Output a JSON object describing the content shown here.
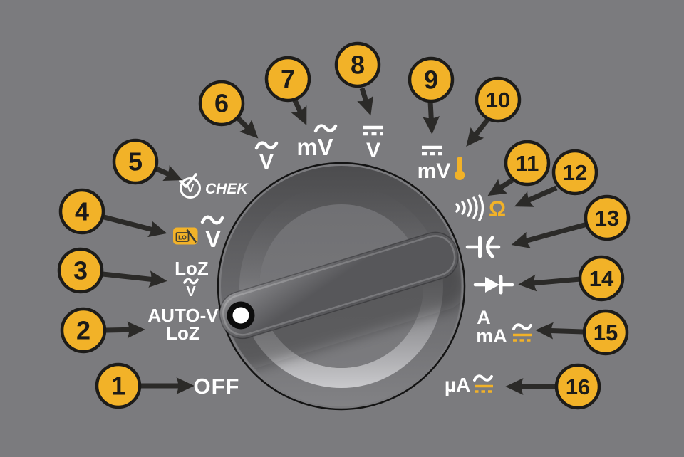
{
  "background": "#7b7b7e",
  "colors": {
    "callout_yellow": "#f2b228",
    "callout_border": "#1d1c1a",
    "arrow_dark": "#2b2a28",
    "label_white": "#ffffff",
    "knob_rim_dark": "#4e4e50",
    "knob_rim_light": "#7f7f82",
    "knob_highlight": "#c7c7c9",
    "knob_face": "#747477"
  },
  "callouts": [
    {
      "number": "1"
    },
    {
      "number": "2"
    },
    {
      "number": "3"
    },
    {
      "number": "4"
    },
    {
      "number": "5"
    },
    {
      "number": "6"
    },
    {
      "number": "7"
    },
    {
      "number": "8"
    },
    {
      "number": "9"
    },
    {
      "number": "10"
    },
    {
      "number": "11"
    },
    {
      "number": "12"
    },
    {
      "number": "13"
    },
    {
      "number": "14"
    },
    {
      "number": "15"
    },
    {
      "number": "16"
    }
  ],
  "labels": {
    "off": "OFF",
    "auto_v_line1": "AUTO-V",
    "auto_v_line2": "LoZ",
    "loz": "LoZ",
    "loz_sub_v": "V",
    "lo_badge": "LO",
    "lo_filter_v": "V",
    "v_chek_v": "V",
    "v_chek": "CHEK",
    "ac_v": "V",
    "ac_mv": "mV",
    "dc_v": "V",
    "dc_mv": "mV",
    "ohm": "Ω",
    "a": "A",
    "ma": "mA",
    "ua": "µA"
  },
  "icons": {
    "ac_tilde": "~",
    "dc_bars": "solid-over-dashed",
    "ac_dc_combo": "tilde over solid and dashed lines",
    "thermometer": "thermometer",
    "continuity_waves": "))))",
    "capacitor": "-|(-",
    "diode": "->|-",
    "low_pass_filter_badge": "LO box with falling slope",
    "v_chek_badge": "circled V with check mark",
    "knob_pointer": "white dot"
  }
}
